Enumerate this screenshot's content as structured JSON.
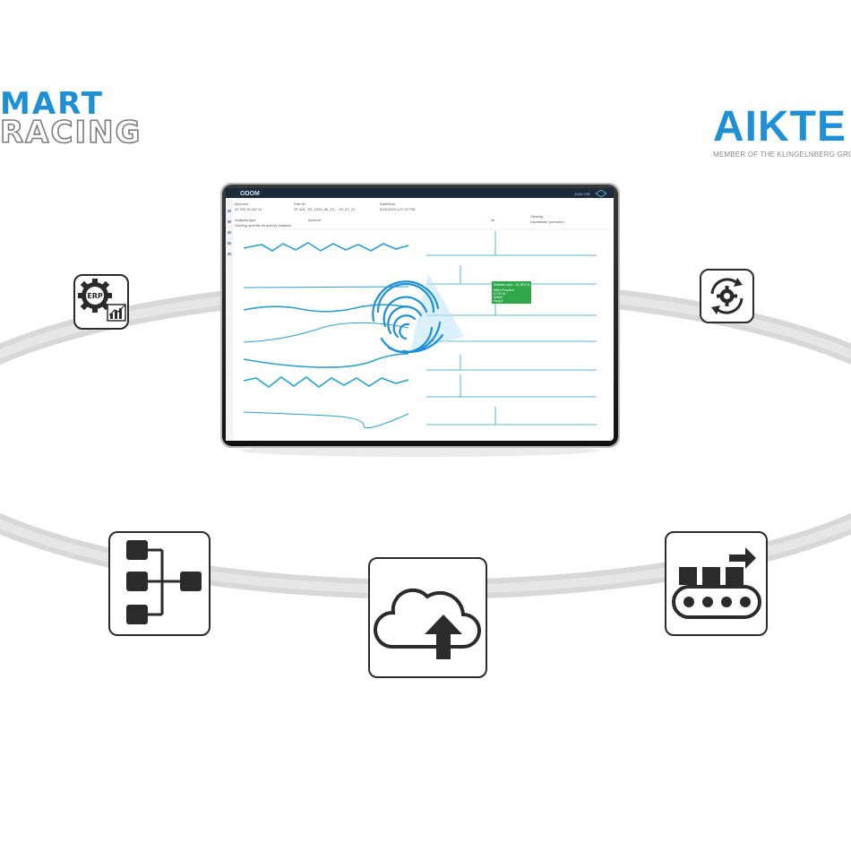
{
  "logo_left": {
    "line1": "MART",
    "line2": "RACING"
  },
  "logo_right": {
    "name": "AIKTE",
    "tagline": "MEMBER OF THE KLINGELNBERG GROUP"
  },
  "icons": {
    "erp": "erp-gear-chart-icon",
    "process": "gear-cycle-icon",
    "hierarchy": "hierarchy-icon",
    "cloud": "cloud-upload-icon",
    "conveyor": "conveyor-belt-icon"
  },
  "erp_label": "ERP",
  "app": {
    "title": "ODOM",
    "user_label": "ANALYSE",
    "fields": {
      "machine_label": "Machine",
      "machine_value": "AT 300 SCAN 14",
      "part_label": "Part-Nr.",
      "part_value": "ST-481_SS_2025_06_19_...19_07_21",
      "datetime_label": "Date/time",
      "datetime_value": "6/16/2025 1:07:22 PM",
      "analysis_label": "Analysis type",
      "analysis_value": "Gearing specific frequency analysis",
      "amount_label": "Amount",
      "gearing_label": "Gearing",
      "gearing_value": "Lapmeister (zeroizer)",
      "tooth_label": "Nr."
    },
    "tooltip": {
      "header": "Schleifen scan... 18_9512 III_n",
      "line1": "Mitten Frequenz",
      "line2": "4.7 60 Hz",
      "line3": "Schleif",
      "line4": "Rang 8"
    }
  },
  "colors": {
    "brand_blue": "#1f8fd6",
    "signal_blue": "#2aa0cf",
    "tooltip_green": "#2fa84a",
    "ring_gray": "#d6d6d6"
  }
}
